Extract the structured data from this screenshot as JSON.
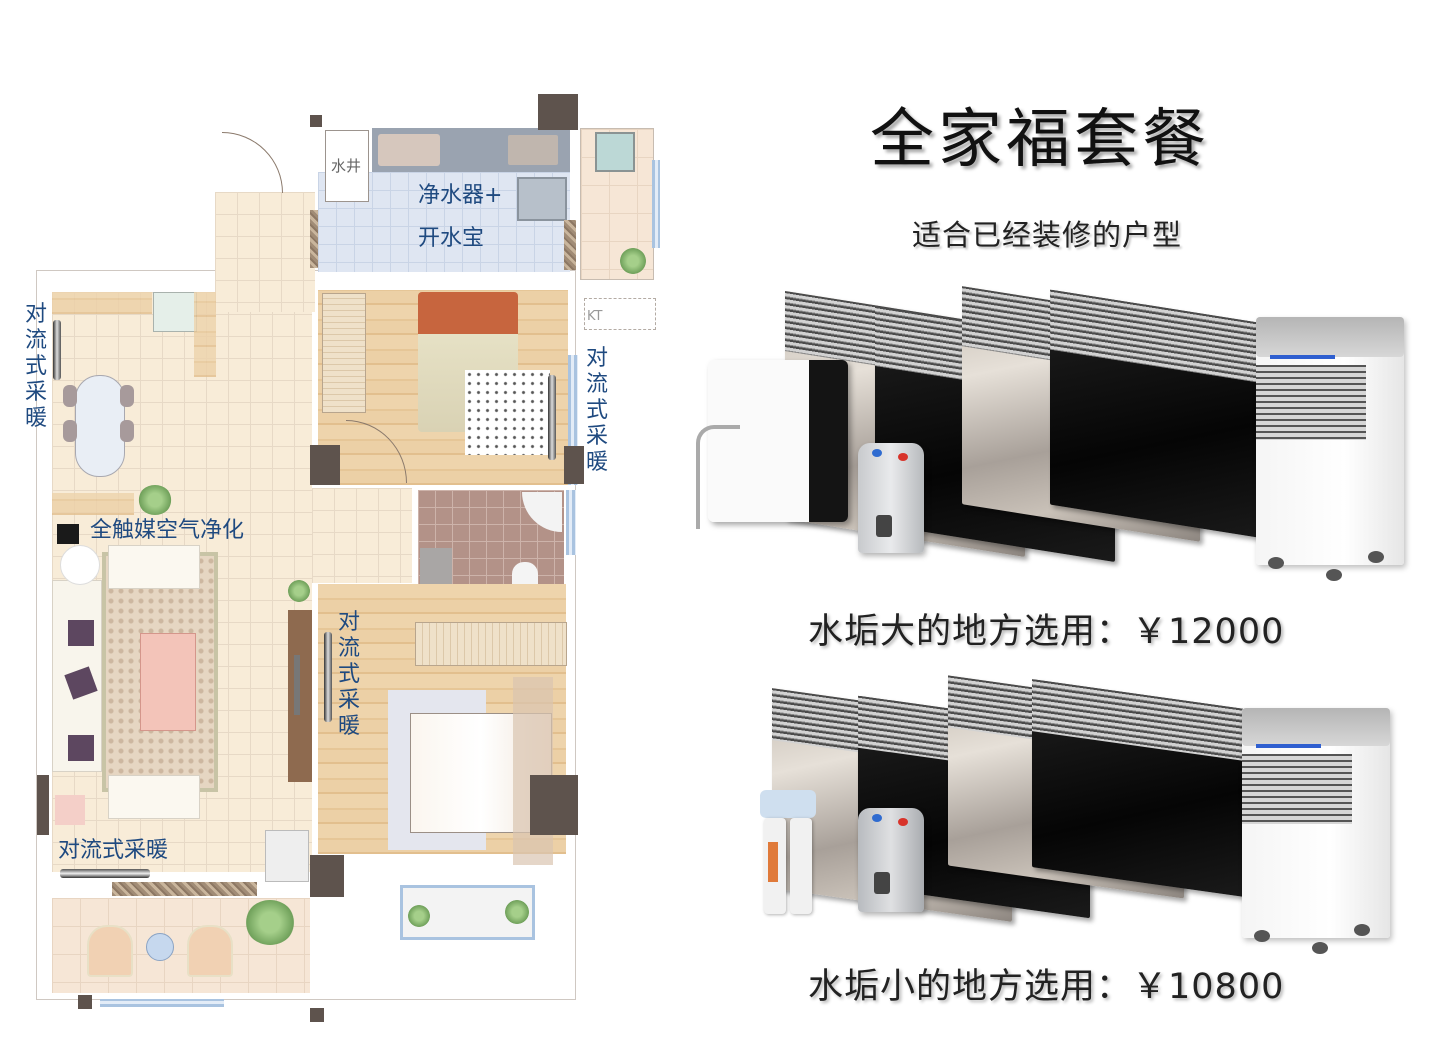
{
  "page": {
    "title": "全家福套餐",
    "subtitle": "适合已经装修的户型"
  },
  "floor_plan": {
    "labels": {
      "kitchen_line1": "净水器+",
      "kitchen_line2": "开水宝",
      "dining_heater": "对流式采暖",
      "bedroom1_heater": "对流式采暖",
      "bedroom2_heater": "对流式采暖",
      "living_heater": "对流式采暖",
      "air_purifier": "全触媒空气净化",
      "shaft": "水井",
      "ac": "KT"
    },
    "colors": {
      "label": "#1f4a80",
      "pillar": "#5e534d"
    }
  },
  "packages": [
    {
      "condition": "水垢大的地方选用：",
      "price": "￥12000",
      "items": [
        "reverse-osmosis-water-purifier",
        "instant-hot-water-dispenser",
        "convection-heater-marble",
        "convection-heater-black",
        "convection-heater-marble",
        "convection-heater-black",
        "air-purifier"
      ]
    },
    {
      "condition": "水垢小的地方选用：",
      "price": "￥10800",
      "items": [
        "under-sink-water-filter",
        "instant-hot-water-dispenser",
        "convection-heater-marble",
        "convection-heater-black",
        "convection-heater-marble",
        "convection-heater-black",
        "air-purifier"
      ]
    }
  ],
  "accent": {
    "purifier_light": "#2f5fd0"
  }
}
